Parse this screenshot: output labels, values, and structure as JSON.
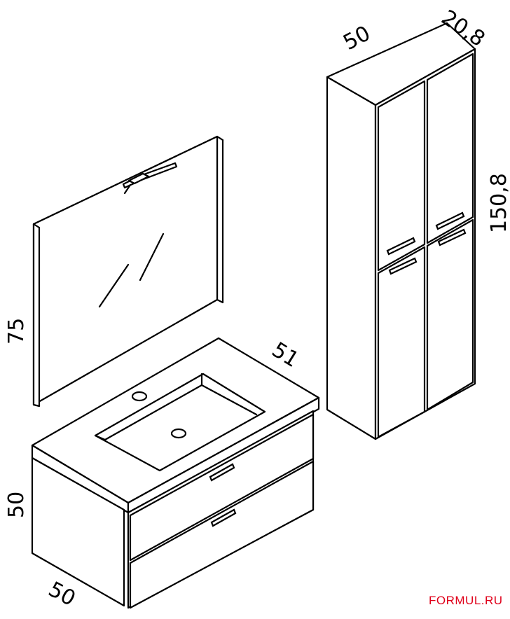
{
  "drawing": {
    "mirror": {
      "height": "75"
    },
    "vanity": {
      "height": "50",
      "width": "50",
      "depth": "51"
    },
    "column": {
      "width": "50",
      "depth": "20,8",
      "height": "150,8"
    }
  },
  "watermark": {
    "text": "FORMUL.RU",
    "color": "#e0001a"
  }
}
